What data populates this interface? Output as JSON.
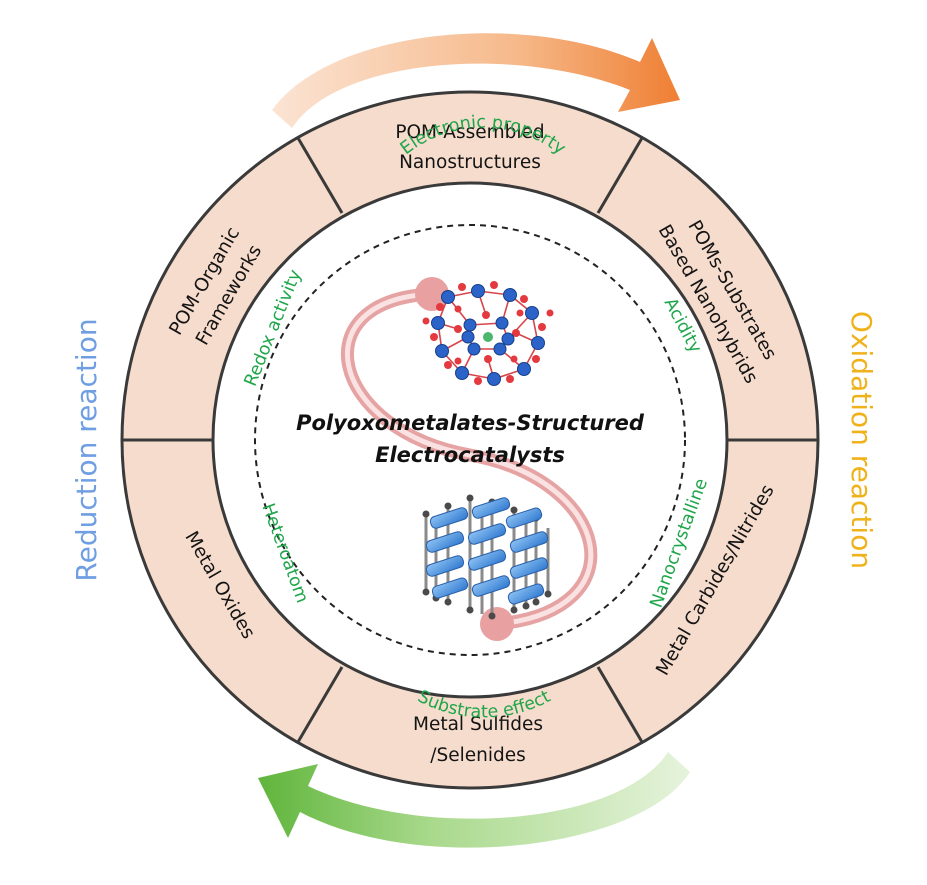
{
  "title": {
    "line1": "Polyoxometalates-Structured",
    "line2": "Electrocatalysts"
  },
  "segments": {
    "assembled": {
      "line1": "POM-Assembled",
      "line2": "Nanostructures"
    },
    "substrates": {
      "line1": "POMs-Substrates",
      "line2": "Based Nanohybrids"
    },
    "carbides": {
      "line1": "Metal Carbides/Nitrides"
    },
    "sulfides": {
      "line1": "Metal Sulfides",
      "line2": "/Selenides"
    },
    "oxides": {
      "line1": "Metal Oxides"
    },
    "organic": {
      "line1": "POM-Organic",
      "line2": "Frameworks"
    }
  },
  "properties": {
    "electronic": "Electronic  property",
    "acidity": "Acidity",
    "nanocrystalline": "Nanocrystalline",
    "substrate": "Substrate effect",
    "heteroatom": "Heteroatom",
    "redox": "Redox activity"
  },
  "sides": {
    "oxidation": "Oxidation reaction",
    "reduction": "Reduction reaction"
  },
  "colors": {
    "ring_fill": "#f6dccd",
    "ring_stroke": "#3a3a3a",
    "property_text": "#1fa64a",
    "oxidation": "#f0b21a",
    "reduction": "#6f9fe2",
    "arrow_orange": "#ef8a3f",
    "arrow_green": "#6fbe4a",
    "connector": "#e8a3a3",
    "atom_blue": "#2b63c9",
    "atom_red": "#e3393f",
    "crystal_blue": "#5b9be0"
  }
}
